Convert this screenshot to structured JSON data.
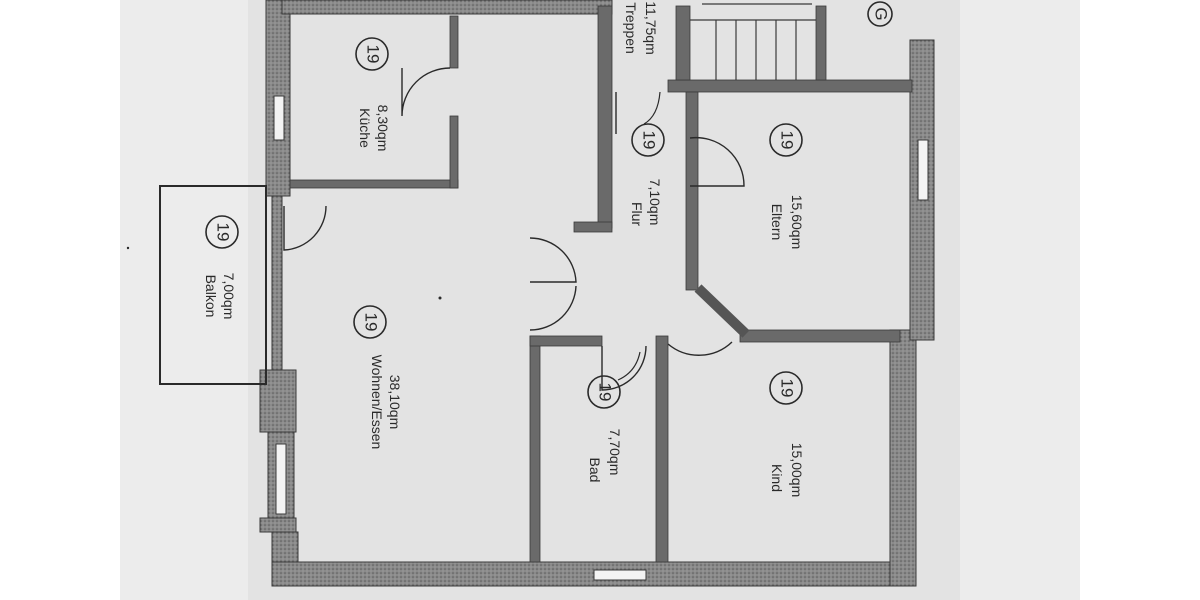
{
  "colors": {
    "paper": "#ececec",
    "margin": "#ffffff",
    "wall": "#7a7a7a",
    "ink": "#2a2a2a"
  },
  "rooms": [
    {
      "id": "kueche",
      "name": "Küche",
      "area": "8,30qm",
      "marker": "19"
    },
    {
      "id": "wohnen",
      "name": "Wohnen/Essen",
      "area": "38,10qm",
      "marker": "19"
    },
    {
      "id": "balkon",
      "name": "Balkon",
      "area": "7,00qm",
      "marker": "19"
    },
    {
      "id": "treppe",
      "name": "Treppen",
      "area": "11,75qm",
      "marker": ""
    },
    {
      "id": "flur",
      "name": "Flur",
      "area": "7,10qm",
      "marker": "19"
    },
    {
      "id": "eltern",
      "name": "Eltern",
      "area": "15,60qm",
      "marker": "19"
    },
    {
      "id": "bad",
      "name": "Bad",
      "area": "7,70qm",
      "marker": "19"
    },
    {
      "id": "kind",
      "name": "Kind",
      "area": "15,00qm",
      "marker": "19"
    }
  ],
  "extra_marker": "G"
}
